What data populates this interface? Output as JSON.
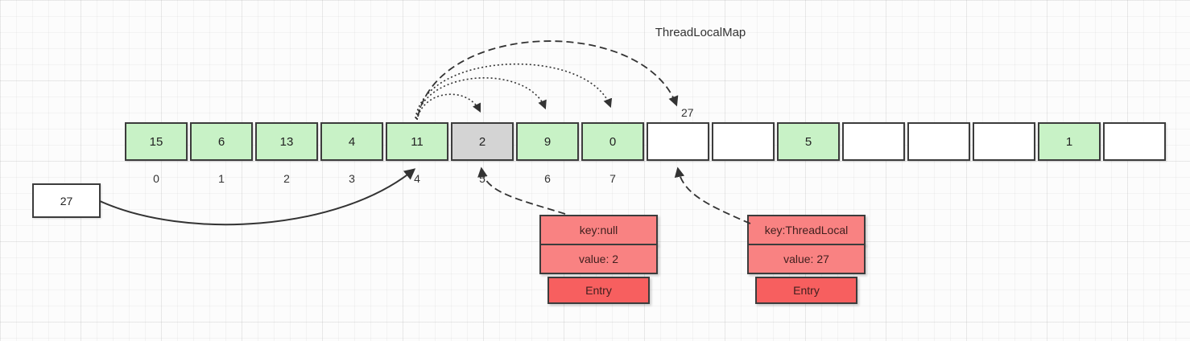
{
  "title": "ThreadLocalMap",
  "array": {
    "cells": [
      {
        "value": "15",
        "color": "green"
      },
      {
        "value": "6",
        "color": "green"
      },
      {
        "value": "13",
        "color": "green"
      },
      {
        "value": "4",
        "color": "green"
      },
      {
        "value": "11",
        "color": "green"
      },
      {
        "value": "2",
        "color": "gray"
      },
      {
        "value": "9",
        "color": "green"
      },
      {
        "value": "0",
        "color": "green"
      },
      {
        "value": "",
        "color": "white"
      },
      {
        "value": "",
        "color": "white"
      },
      {
        "value": "5",
        "color": "green"
      },
      {
        "value": "",
        "color": "white"
      },
      {
        "value": "",
        "color": "white"
      },
      {
        "value": "",
        "color": "white"
      },
      {
        "value": "1",
        "color": "green"
      },
      {
        "value": "",
        "color": "white"
      }
    ],
    "index_labels": [
      "0",
      "1",
      "2",
      "3",
      "4",
      "5",
      "6",
      "7"
    ]
  },
  "probe_label": "27",
  "source_box": {
    "label": "27"
  },
  "entries": [
    {
      "key": "key:null",
      "value": "value: 2",
      "label": "Entry"
    },
    {
      "key": "key:ThreadLocal",
      "value": "value: 27",
      "label": "Entry"
    }
  ],
  "colors": {
    "cell_green": "#c8f2c6",
    "cell_gray": "#d4d4d4",
    "cell_white": "#ffffff",
    "entry_light_red": "#f98282",
    "entry_dark_red": "#f75f5f",
    "stroke": "#333333"
  }
}
